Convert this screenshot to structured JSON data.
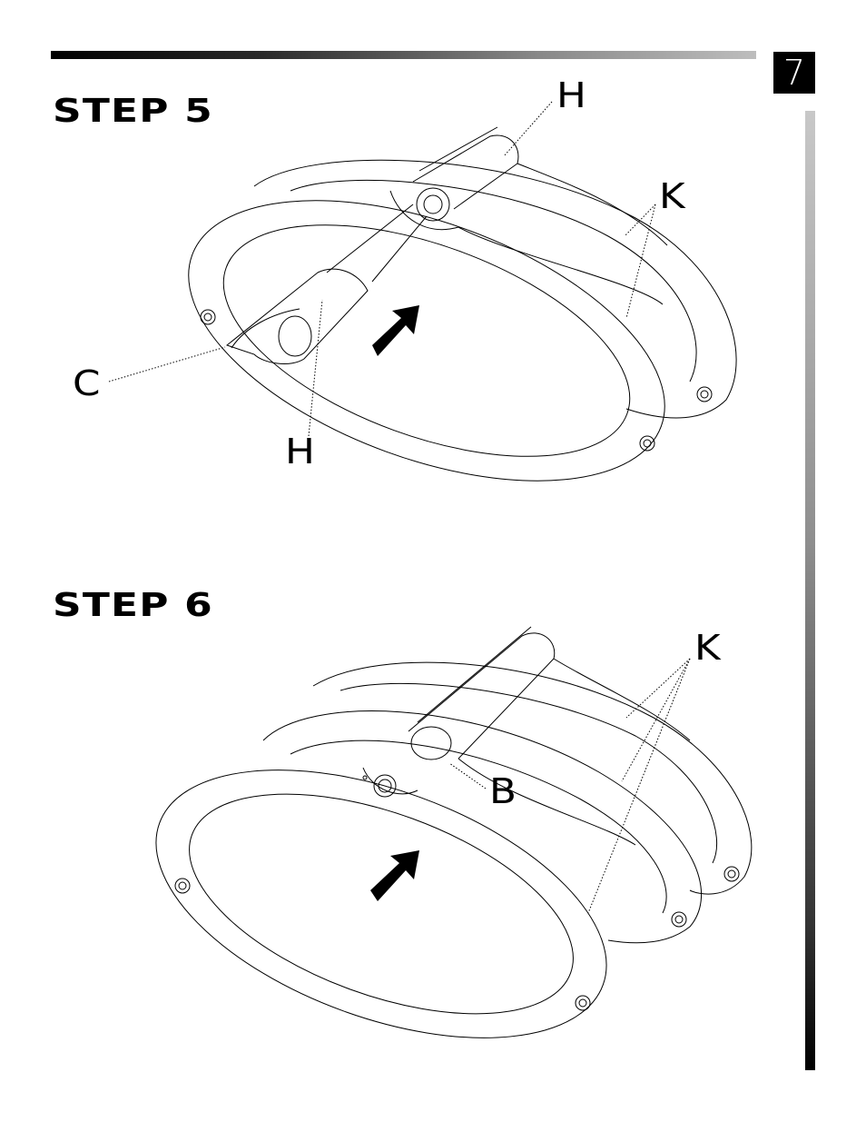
{
  "page": {
    "number": "7"
  },
  "step5": {
    "title": "STEP 5",
    "labels": {
      "h_top": "H",
      "k": "K",
      "c": "C",
      "h_bottom": "H"
    }
  },
  "step6": {
    "title": "STEP 6",
    "labels": {
      "k": "K",
      "b": "B"
    }
  },
  "colors": {
    "ink": "#000000",
    "rule_dark": "#000000",
    "rule_light": "#bdbdbd"
  }
}
